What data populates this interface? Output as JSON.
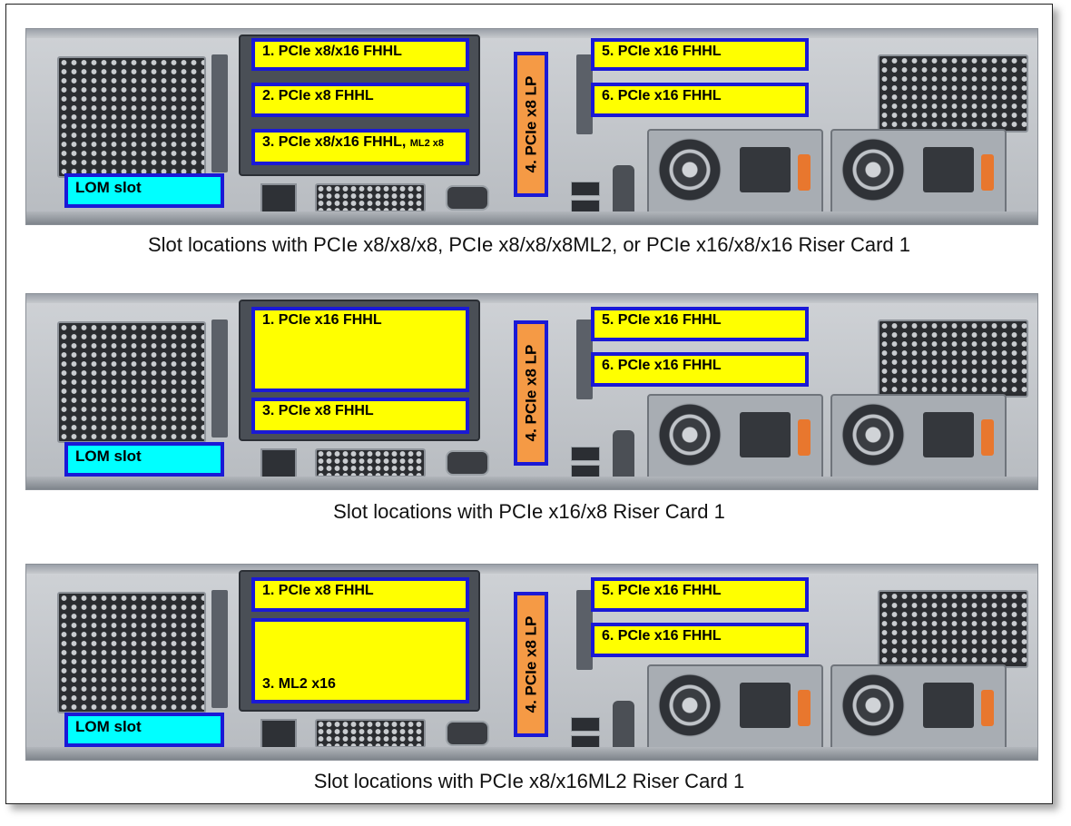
{
  "configs": [
    {
      "caption": "Slot locations with PCIe x8/x8/x8, PCIe x8/x8/x8ML2, or PCIe x16/x8/x16 Riser Card 1",
      "slot1": "1. PCIe x8/x16 FHHL",
      "slot2": "2. PCIe x8 FHHL",
      "slot3": "3. PCIe x8/x16 FHHL,",
      "slot3_small": "ML2 x8",
      "slot4": "4. PCIe x8 LP",
      "slot5": "5. PCIe x16 FHHL",
      "slot6": "6. PCIe x16 FHHL",
      "lom": "LOM slot"
    },
    {
      "caption": "Slot locations with PCIe x16/x8 Riser Card 1",
      "slot1": "1. PCIe x16 FHHL",
      "slot3": "3. PCIe x8 FHHL",
      "slot4": "4. PCIe x8 LP",
      "slot5": "5. PCIe x16 FHHL",
      "slot6": "6. PCIe x16 FHHL",
      "lom": "LOM slot"
    },
    {
      "caption": "Slot locations with PCIe x8/x16ML2 Riser Card 1",
      "slot1": "1. PCIe x8 FHHL",
      "slot3": "3. ML2 x16",
      "slot4": "4. PCIe x8 LP",
      "slot5": "5. PCIe x16 FHHL",
      "slot6": "6. PCIe x16 FHHL",
      "lom": "LOM slot"
    }
  ]
}
